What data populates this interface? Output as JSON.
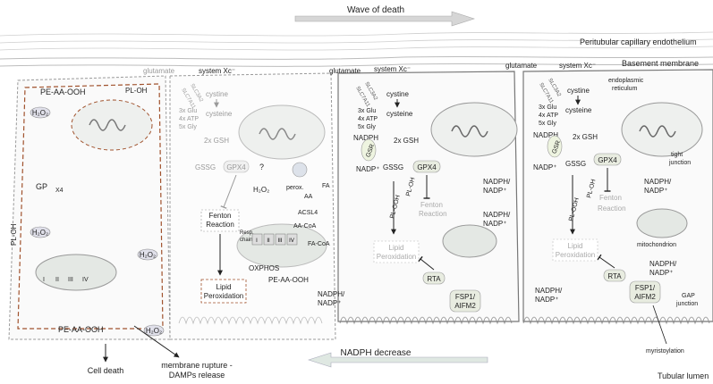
{
  "header": {
    "wave_of_death": "Wave of death",
    "peritubular": "Peritubular capillary endothelium",
    "basement": "Basement membrane",
    "tubular_lumen": "Tubular lumen",
    "nadph_decrease": "NADPH decrease"
  },
  "cell1": {
    "pe_aa_ooh_top": "PE-AA-OOH",
    "pl_oh_top": "PL-OH",
    "h2o2_a": "H₂O₂",
    "gpx4_frag": "GP",
    "x4_frag": "X4",
    "pl_oh_side": "PL-OH",
    "h2o2_b": "H₂O₂",
    "h2o2_c": "H₂O₂",
    "complex_labels": [
      "I",
      "II",
      "III",
      "IV"
    ],
    "pe_aa_ooh_bottom": "PE-AA-OOH",
    "h2o2_d": "H₂O₂",
    "cell_death": "Cell death",
    "membrane_rupture": "membrane rupture -",
    "damps_release": "DAMPs release"
  },
  "cell2": {
    "glutamate": "glutamate",
    "system_xc": "system Xc⁻",
    "slc7a11": "SLC7A11",
    "slc3a2": "SLC3A2",
    "cystine": "cystine",
    "cysteine": "cysteine",
    "glu": "3x Glu",
    "atp": "4x ATP",
    "gly": "5x Gly",
    "gsh": "2x GSH",
    "gssg": "GSSG",
    "gpx4": "GPX4",
    "question": "?",
    "h2o2": "H₂O₂",
    "perox": "perox.",
    "fenton_1": "Fenton",
    "fenton_2": "Reaction",
    "resp_1": "Resp.",
    "resp_2": "chain",
    "complex_labels": [
      "I",
      "II",
      "III",
      "IV"
    ],
    "aa": "AA",
    "acsl4": "ACSL4",
    "aa_coa": "AA-CoA",
    "fa": "FA",
    "fa_coa": "FA-CoA",
    "oxphos": "OXPHOS",
    "pe_aa_ooh": "PE-AA-OOH",
    "lipid_1": "Lipid",
    "lipid_2": "Peroxidation"
  },
  "cell3": {
    "glutamate": "glutamate",
    "system_xc": "system Xc⁻",
    "slc7a11": "SLC7A11",
    "slc3a2": "SLC3A2",
    "cystine": "cystine",
    "cysteine": "cysteine",
    "glu": "3x Glu",
    "atp": "4x ATP",
    "gly": "5x Gly",
    "nadph": "NADPH",
    "gsr": "GSR",
    "gsh": "2x GSH",
    "nadp": "NADP⁺",
    "gssg": "GSSG",
    "gpx4": "GPX4",
    "pl_ooh": "PL-OOH",
    "pl_oh": "PL-OH",
    "fenton_1": "Fenton",
    "fenton_2": "Reaction",
    "lipid_1": "Lipid",
    "lipid_2": "Peroxidation",
    "rta": "RTA",
    "fsp1_1": "FSP1/",
    "fsp1_2": "AIFM2",
    "nadph_left_1": "NADPH/",
    "nadph_left_2": "NADP⁺",
    "nadph_right_1": "NADPH/",
    "nadph_right_2": "NADP⁺",
    "nadph_bottom_1": "NADPH/",
    "nadph_bottom_2": "NADP⁺"
  },
  "cell4": {
    "glutamate": "glutamate",
    "system_xc": "system Xc⁻",
    "slc7a11": "SLC7A11",
    "slc3a2": "SLC3A2",
    "cystine": "cystine",
    "cysteine": "cysteine",
    "glu": "3x Glu",
    "atp": "4x ATP",
    "gly": "5x Gly",
    "er_1": "endoplasmic",
    "er_2": "reticulum",
    "nadph": "NADPH",
    "gsr": "GSR",
    "gsh": "2x GSH",
    "nadp": "NADP⁺",
    "gssg": "GSSG",
    "gpx4": "GPX4",
    "pl_ooh": "PL-OOH",
    "pl_oh": "PL-OH",
    "fenton_1": "Fenton",
    "fenton_2": "Reaction",
    "lipid_1": "Lipid",
    "lipid_2": "Peroxidation",
    "mito": "mitochondrion",
    "rta": "RTA",
    "fsp1_1": "FSP1/",
    "fsp1_2": "AIFM2",
    "tight_1": "tight",
    "tight_2": "junction",
    "nadph_top_1": "NADPH/",
    "nadph_top_2": "NADP⁺",
    "nadph_mid_1": "NADPH/",
    "nadph_mid_2": "NADP⁺",
    "nadph_bottom_1": "NADPH/",
    "nadph_bottom_2": "NADP⁺",
    "gap_1": "GAP",
    "gap_2": "junction",
    "myristoylation": "myristoylation"
  }
}
